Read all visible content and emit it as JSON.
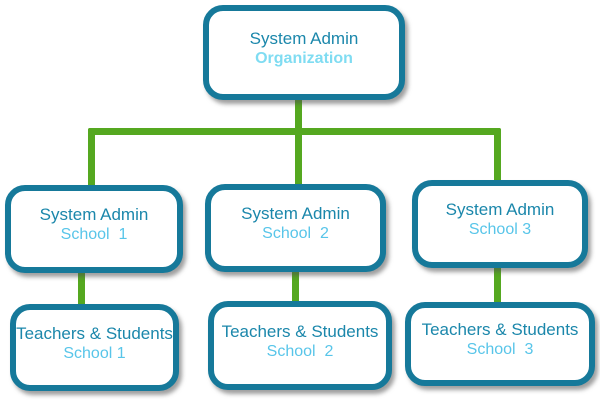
{
  "colors": {
    "node-border": "#16799a",
    "connector-green": "#55a820",
    "title-text": "#1b87ab",
    "subtitle-text": "#58c5e9",
    "org-subtitle-text": "#7fdcf2"
  },
  "diagram": {
    "type": "org-chart",
    "nodes": [
      {
        "id": "organization-admin",
        "title": "System Admin",
        "subtitle": "Organization"
      },
      {
        "id": "school1-admin",
        "title": "System Admin",
        "subtitle": "School  1"
      },
      {
        "id": "school2-admin",
        "title": "System Admin",
        "subtitle": "School  2"
      },
      {
        "id": "school3-admin",
        "title": "System Admin",
        "subtitle": "School 3"
      },
      {
        "id": "school1-members",
        "title": "Teachers & Students",
        "subtitle": "School 1"
      },
      {
        "id": "school2-members",
        "title": "Teachers & Students",
        "subtitle": "School  2"
      },
      {
        "id": "school3-members",
        "title": "Teachers & Students",
        "subtitle": "School  3"
      }
    ]
  }
}
